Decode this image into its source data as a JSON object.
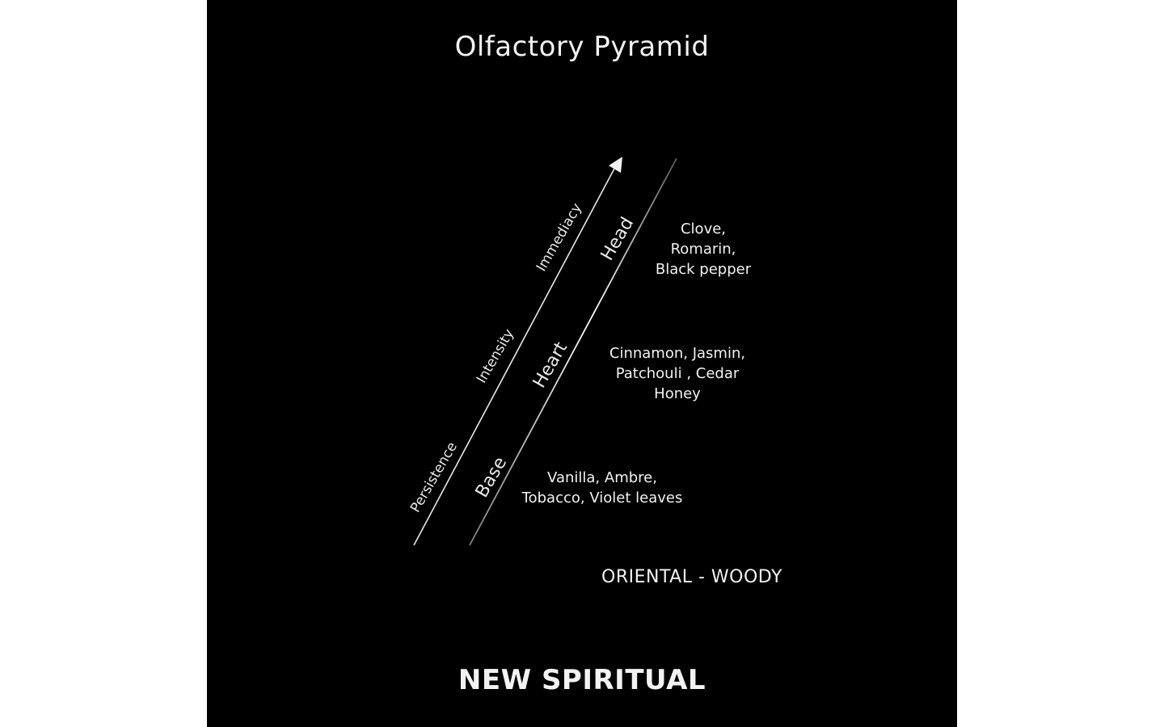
{
  "title": "Olfactory Pyramid",
  "axis_labels": [
    "Persistence",
    "Intensity",
    "Immediacy"
  ],
  "levels": [
    {
      "name": "Head",
      "notes": [
        "Clove,",
        "Romarin,",
        "Black pepper"
      ]
    },
    {
      "name": "Heart",
      "notes": [
        "Cinnamon, Jasmin,",
        "Patchouli , Cedar",
        "Honey"
      ]
    },
    {
      "name": "Base",
      "notes": [
        "Vanilla, Ambre,",
        "Tobacco, Violet leaves"
      ]
    }
  ],
  "family": "ORIENTAL - WOODY",
  "brand": "NEW SPIRITUAL",
  "colors": {
    "background": "#000000",
    "foreground": "#f2f2f2"
  },
  "icons": {
    "arrow": "arrow-up-right-icon"
  }
}
